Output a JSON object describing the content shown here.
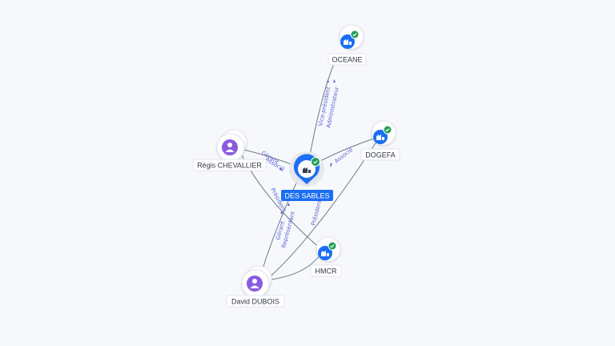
{
  "graph": {
    "center": {
      "label": "DES SABLES",
      "verified": true
    },
    "companies": [
      {
        "id": "oceane",
        "label": "OCEANE",
        "verified": true
      },
      {
        "id": "dogefa",
        "label": "DOGEFA",
        "verified": true
      },
      {
        "id": "hmcr",
        "label": "HMCR",
        "verified": true
      }
    ],
    "people": [
      {
        "id": "regis",
        "label": "Régis CHEVALLIER"
      },
      {
        "id": "david",
        "label": "David DUBOIS"
      }
    ],
    "relations": {
      "oceane_1": "Vice-président",
      "oceane_2": "Administrateur",
      "dogefa": "Associé",
      "regis_1": "Gérant",
      "regis_2": "Associé",
      "regis_hmcr": "Président",
      "david_1": "Gérant",
      "david_2": "Représentant",
      "david_hmcr": "Président"
    }
  },
  "colors": {
    "accent": "#1b6ef3",
    "person": "#8a5be0",
    "verified": "#1f9d55",
    "edge_label": "#5b63d6"
  }
}
